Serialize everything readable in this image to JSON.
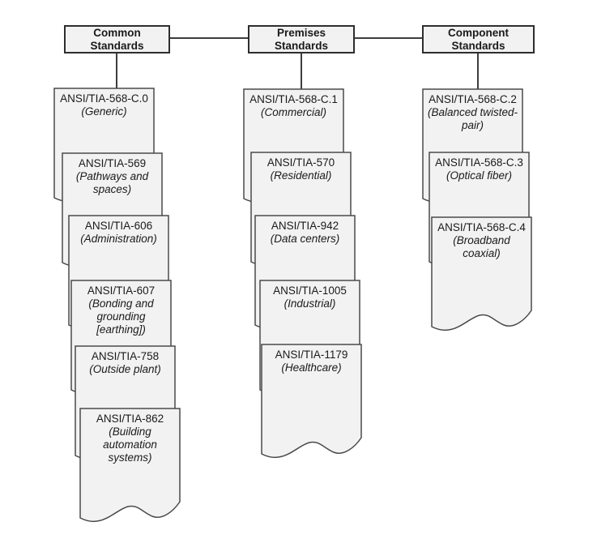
{
  "colors": {
    "card_fill": "#f2f2f2",
    "card_border": "#4a4a4a",
    "header_border": "#2e2e2e",
    "line": "#3d3d3d"
  },
  "columns": [
    {
      "header": "Common\nStandards",
      "cards": [
        {
          "title": "ANSI/TIA-568-C.0",
          "subtitle": "(Generic)"
        },
        {
          "title": "ANSI/TIA-569",
          "subtitle": "(Pathways and spaces)"
        },
        {
          "title": "ANSI/TIA-606",
          "subtitle": "(Administration)"
        },
        {
          "title": "ANSI/TIA-607",
          "subtitle": "(Bonding and grounding [earthing])"
        },
        {
          "title": "ANSI/TIA-758",
          "subtitle": "(Outside plant)"
        },
        {
          "title": "ANSI/TIA-862",
          "subtitle": "(Building automation systems)"
        }
      ]
    },
    {
      "header": "Premises\nStandards",
      "cards": [
        {
          "title": "ANSI/TIA-568-C.1",
          "subtitle": "(Commercial)"
        },
        {
          "title": "ANSI/TIA-570",
          "subtitle": "(Residential)"
        },
        {
          "title": "ANSI/TIA-942",
          "subtitle": "(Data centers)"
        },
        {
          "title": "ANSI/TIA-1005",
          "subtitle": "(Industrial)"
        },
        {
          "title": "ANSI/TIA-1179",
          "subtitle": "(Healthcare)"
        }
      ]
    },
    {
      "header": "Component\nStandards",
      "cards": [
        {
          "title": "ANSI/TIA-568-C.2",
          "subtitle": "(Balanced twisted-pair)"
        },
        {
          "title": "ANSI/TIA-568-C.3",
          "subtitle": "(Optical fiber)"
        },
        {
          "title": "ANSI/TIA-568-C.4",
          "subtitle": "(Broadband coaxial)"
        }
      ]
    }
  ]
}
